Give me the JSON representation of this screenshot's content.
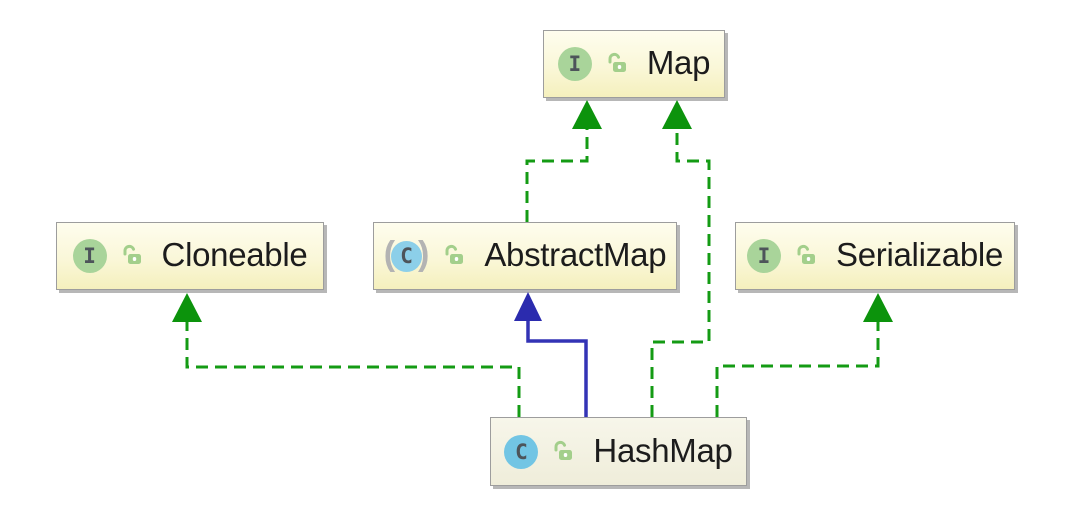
{
  "diagram": {
    "type": "uml-class-hierarchy",
    "nodes": {
      "map": {
        "label": "Map",
        "kind": "interface",
        "visibility": "unlocked-public"
      },
      "cloneable": {
        "label": "Cloneable",
        "kind": "interface",
        "visibility": "unlocked-public"
      },
      "abstractMap": {
        "label": "AbstractMap",
        "kind": "abstract-class",
        "visibility": "unlocked-public"
      },
      "serializable": {
        "label": "Serializable",
        "kind": "interface",
        "visibility": "unlocked-public"
      },
      "hashMap": {
        "label": "HashMap",
        "kind": "class",
        "visibility": "unlocked-public"
      }
    },
    "edges": [
      {
        "from": "AbstractMap",
        "to": "Map",
        "relation": "implements",
        "line": "dashed",
        "color": "#149b14"
      },
      {
        "from": "HashMap",
        "to": "Map",
        "relation": "implements",
        "line": "dashed",
        "color": "#149b14"
      },
      {
        "from": "HashMap",
        "to": "Cloneable",
        "relation": "implements",
        "line": "dashed",
        "color": "#149b14"
      },
      {
        "from": "HashMap",
        "to": "Serializable",
        "relation": "implements",
        "line": "dashed",
        "color": "#149b14"
      },
      {
        "from": "HashMap",
        "to": "AbstractMap",
        "relation": "extends",
        "line": "solid",
        "color": "#3333b5"
      }
    ],
    "icon_letters": {
      "interface": "I",
      "class": "C",
      "paren_open": "(",
      "paren_close": ")"
    },
    "colors": {
      "implements_edge": "#149b14",
      "extends_edge": "#3333b5",
      "node_border": "#9d9d9d",
      "node_fill_top": "#fefdee",
      "node_fill_bottom": "#f5f0bd",
      "interface_icon": "#a9d49a",
      "class_icon": "#72c5e4",
      "abstract_class_icon": "#8ccfe9",
      "unlock_icon": "#a3cf8b",
      "label_text": "#1c1c1c",
      "background": "#ffffff"
    }
  }
}
